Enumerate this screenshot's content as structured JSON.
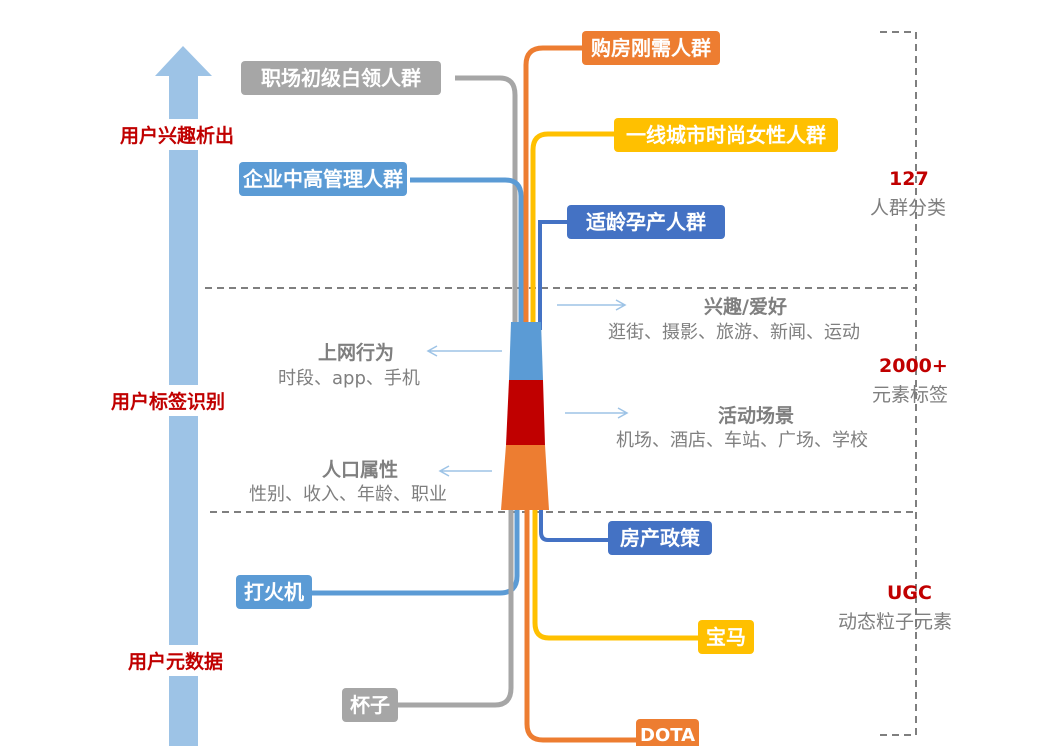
{
  "colors": {
    "gray": "#a6a6a6",
    "lightblue": "#5b9bd5",
    "darkblue": "#4472c4",
    "orange": "#ed7d31",
    "yellow": "#ffc000",
    "red": "#c00000",
    "arrow": "#9dc3e6",
    "dash": "#7f7f7f"
  },
  "levels": {
    "interest": "用户兴趣析出",
    "tag": "用户标签识别",
    "meta": "用户元数据"
  },
  "top_tags": {
    "entry_white_collar": "职场初级白领人群",
    "senior_management": "企业中高管理人群",
    "home_buyers": "购房刚需人群",
    "fashion_women": "一线城市时尚女性人群",
    "pregnancy": "适龄孕产人群"
  },
  "middle_tags": {
    "online_title": "上网行为",
    "online_sub": "时段、app、手机",
    "demo_title": "人口属性",
    "demo_sub": "性别、收入、年龄、职业",
    "interest_title": "兴趣/爱好",
    "interest_sub": "逛街、摄影、旅游、新闻、运动",
    "scene_title": "活动场景",
    "scene_sub": "机场、酒店、车站、广场、学校"
  },
  "bottom_tags": {
    "lighter": "打火机",
    "cup": "杯子",
    "housing_policy": "房产政策",
    "bmw": "宝马",
    "dota": "DOTA"
  },
  "brackets": {
    "top_number": "127",
    "top_label": "人群分类",
    "mid_number": "2000+",
    "mid_label": "元素标签",
    "bottom_number": "UGC",
    "bottom_label": "动态粒子元素"
  }
}
